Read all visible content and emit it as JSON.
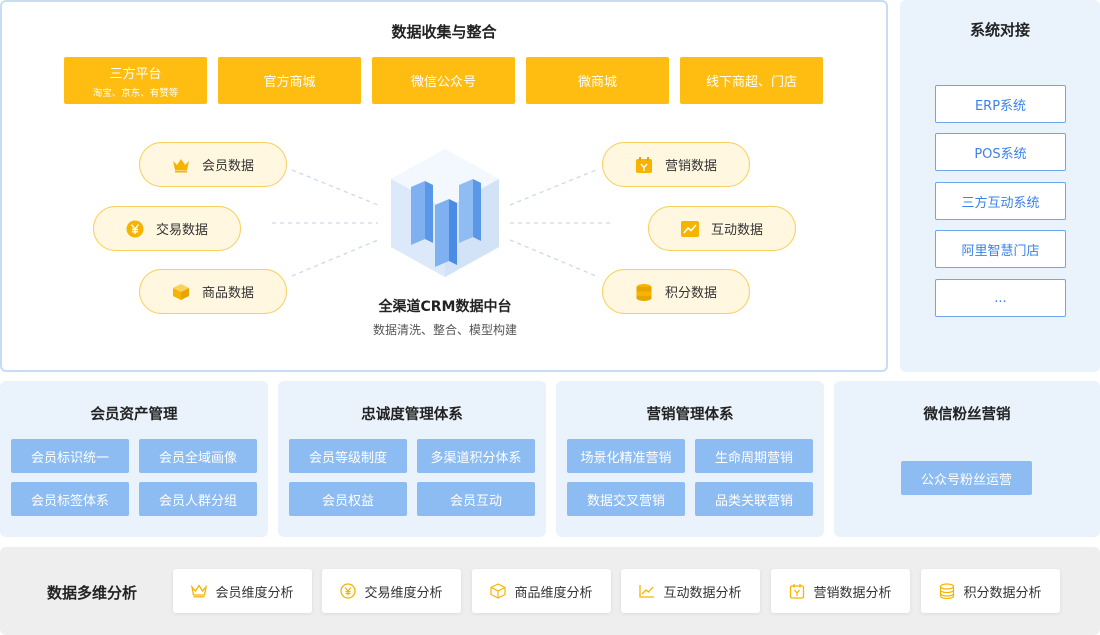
{
  "collect": {
    "title": "数据收集与整合",
    "sources": [
      {
        "label": "三方平台",
        "sub": "淘宝、京东、有赞等"
      },
      {
        "label": "官方商城"
      },
      {
        "label": "微信公众号"
      },
      {
        "label": "微商城"
      },
      {
        "label": "线下商超、门店"
      }
    ],
    "left_pills": [
      {
        "label": "会员数据",
        "icon": "crown-icon"
      },
      {
        "label": "交易数据",
        "icon": "yuan-coin-icon"
      },
      {
        "label": "商品数据",
        "icon": "box-icon"
      }
    ],
    "right_pills": [
      {
        "label": "营销数据",
        "icon": "calendar-tag-icon"
      },
      {
        "label": "互动数据",
        "icon": "trend-chart-icon"
      },
      {
        "label": "积分数据",
        "icon": "coin-stack-icon"
      }
    ],
    "center_title": "全渠道CRM数据中台",
    "center_subtitle": "数据清洗、整合、模型构建"
  },
  "systems": {
    "title": "系统对接",
    "items": [
      "ERP系统",
      "POS系统",
      "三方互动系统",
      "阿里智慧门店",
      "..."
    ]
  },
  "management": [
    {
      "title": "会员资产管理",
      "items": [
        "会员标识统一",
        "会员全域画像",
        "会员标签体系",
        "会员人群分组"
      ]
    },
    {
      "title": "忠诚度管理体系",
      "items": [
        "会员等级制度",
        "多渠道积分体系",
        "会员权益",
        "会员互动"
      ]
    },
    {
      "title": "营销管理体系",
      "items": [
        "场景化精准营销",
        "生命周期营销",
        "数据交叉营销",
        "品类关联营销"
      ]
    },
    {
      "title": "微信粉丝营销",
      "items": [
        "公众号粉丝运营"
      ]
    }
  ],
  "analysis": {
    "label": "数据多维分析",
    "items": [
      {
        "label": "会员维度分析",
        "icon": "crown-icon"
      },
      {
        "label": "交易维度分析",
        "icon": "yuan-coin-icon"
      },
      {
        "label": "商品维度分析",
        "icon": "box-icon"
      },
      {
        "label": "互动数据分析",
        "icon": "trend-chart-icon"
      },
      {
        "label": "营销数据分析",
        "icon": "calendar-tag-icon"
      },
      {
        "label": "积分数据分析",
        "icon": "coin-stack-icon"
      }
    ]
  },
  "colors": {
    "accent_yellow": "#ffbc11",
    "pill_fill": "#fff7df",
    "panel_blue": "#eaf3fc",
    "button_blue": "#8cbcf2",
    "text_blue": "#3b82e6"
  }
}
